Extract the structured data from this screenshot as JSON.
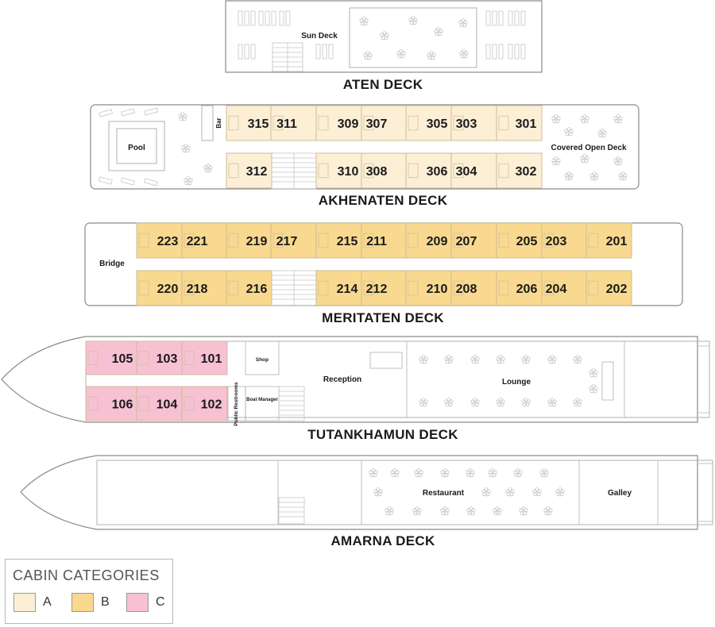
{
  "colors": {
    "category_A": "#fcefd6",
    "category_B": "#f9d98f",
    "category_C": "#f7c1d3",
    "cabin_border": "#c9b98e",
    "hull_stroke": "#8a8a8a"
  },
  "decks": {
    "aten": {
      "title": "ATEN DECK",
      "areas": {
        "sun_deck": "Sun Deck"
      }
    },
    "akhenaten": {
      "title": "AKHENATEN DECK",
      "category": "A",
      "top_cabins": [
        "315",
        "311",
        "309",
        "307",
        "305",
        "303",
        "301"
      ],
      "bottom_cabins": [
        "312",
        "310",
        "308",
        "306",
        "304",
        "302"
      ],
      "areas": {
        "pool": "Pool",
        "bar": "Bar",
        "covered_open_deck": "Covered Open Deck"
      }
    },
    "meritaten": {
      "title": "MERITATEN DECK",
      "category": "B",
      "top_cabins": [
        "223",
        "221",
        "219",
        "217",
        "215",
        "211",
        "209",
        "207",
        "205",
        "203",
        "201"
      ],
      "bottom_cabins": [
        "220",
        "218",
        "216",
        "214",
        "212",
        "210",
        "208",
        "206",
        "204",
        "202"
      ],
      "areas": {
        "bridge": "Bridge"
      }
    },
    "tutankhamun": {
      "title": "TUTANKHAMUN DECK",
      "category": "C",
      "top_cabins": [
        "105",
        "103",
        "101"
      ],
      "bottom_cabins": [
        "106",
        "104",
        "102"
      ],
      "areas": {
        "shop": "Shop",
        "public_restrooms": "Public Restrooms",
        "boat_manager": "Boat Manager",
        "reception": "Reception",
        "lounge": "Lounge"
      }
    },
    "amarna": {
      "title": "AMARNA DECK",
      "areas": {
        "restaurant": "Restaurant",
        "galley": "Galley"
      }
    }
  },
  "legend": {
    "title": "CABIN CATEGORIES",
    "items": [
      {
        "label": "A",
        "category": "A"
      },
      {
        "label": "B",
        "category": "B"
      },
      {
        "label": "C",
        "category": "C"
      }
    ]
  }
}
